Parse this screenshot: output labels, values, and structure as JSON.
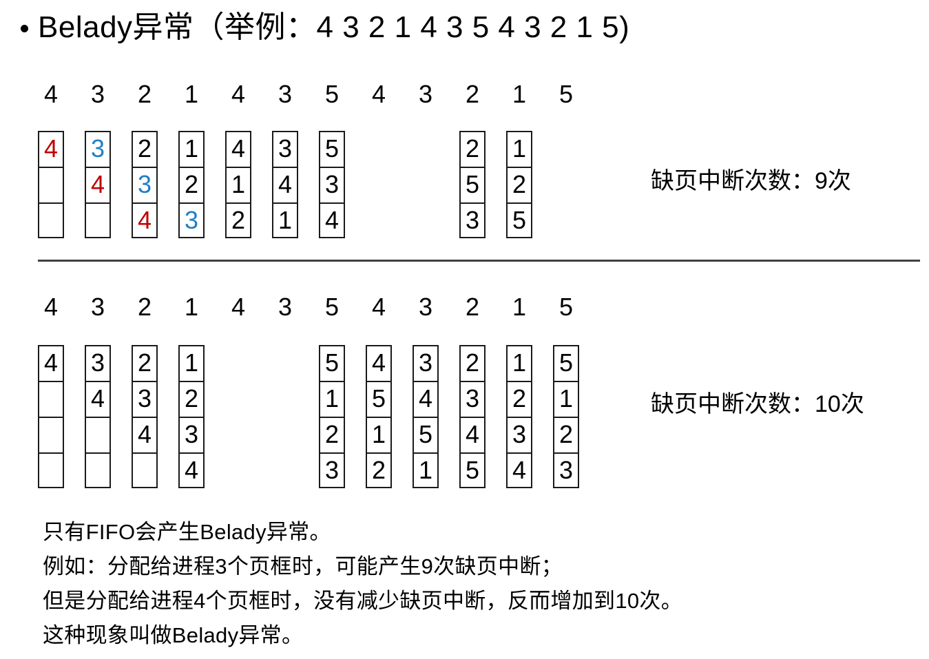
{
  "slide": {
    "bullet_icon": "bullet-dot-icon",
    "title": "Belady异常（举例：4 3 2 1 4 3 5 4 3 2 1 5)"
  },
  "divider": {
    "color": "#3f3f3f"
  },
  "colors": {
    "red": "#c00000",
    "blue": "#1f7fc4",
    "black": "#000000",
    "box_border": "#1a1a1a"
  },
  "table1": {
    "name": "fifo-3-frames",
    "frame_count": 3,
    "reference_string": [
      "4",
      "3",
      "2",
      "1",
      "4",
      "3",
      "5",
      "4",
      "3",
      "2",
      "1",
      "5"
    ],
    "columns": [
      {
        "ref": "4",
        "cells": [
          {
            "v": "4",
            "c": "red"
          },
          {
            "v": "",
            "c": "black"
          },
          {
            "v": "",
            "c": "black"
          }
        ]
      },
      {
        "ref": "3",
        "cells": [
          {
            "v": "3",
            "c": "blue"
          },
          {
            "v": "4",
            "c": "red"
          },
          {
            "v": "",
            "c": "black"
          }
        ]
      },
      {
        "ref": "2",
        "cells": [
          {
            "v": "2",
            "c": "black"
          },
          {
            "v": "3",
            "c": "blue"
          },
          {
            "v": "4",
            "c": "red"
          }
        ]
      },
      {
        "ref": "1",
        "cells": [
          {
            "v": "1",
            "c": "black"
          },
          {
            "v": "2",
            "c": "black"
          },
          {
            "v": "3",
            "c": "blue"
          }
        ]
      },
      {
        "ref": "4",
        "cells": [
          {
            "v": "4",
            "c": "black"
          },
          {
            "v": "1",
            "c": "black"
          },
          {
            "v": "2",
            "c": "black"
          }
        ]
      },
      {
        "ref": "3",
        "cells": [
          {
            "v": "3",
            "c": "black"
          },
          {
            "v": "4",
            "c": "black"
          },
          {
            "v": "1",
            "c": "black"
          }
        ]
      },
      {
        "ref": "5",
        "cells": [
          {
            "v": "5",
            "c": "black"
          },
          {
            "v": "3",
            "c": "black"
          },
          {
            "v": "4",
            "c": "black"
          }
        ]
      },
      {
        "ref": "4",
        "cells": []
      },
      {
        "ref": "3",
        "cells": []
      },
      {
        "ref": "2",
        "cells": [
          {
            "v": "2",
            "c": "black"
          },
          {
            "v": "5",
            "c": "black"
          },
          {
            "v": "3",
            "c": "black"
          }
        ]
      },
      {
        "ref": "1",
        "cells": [
          {
            "v": "1",
            "c": "black"
          },
          {
            "v": "2",
            "c": "black"
          },
          {
            "v": "5",
            "c": "black"
          }
        ]
      },
      {
        "ref": "5",
        "cells": []
      }
    ],
    "caption": "缺页中断次数：9次"
  },
  "table2": {
    "name": "fifo-4-frames",
    "frame_count": 4,
    "reference_string": [
      "4",
      "3",
      "2",
      "1",
      "4",
      "3",
      "5",
      "4",
      "3",
      "2",
      "1",
      "5"
    ],
    "columns": [
      {
        "ref": "4",
        "cells": [
          {
            "v": "4",
            "c": "black"
          },
          {
            "v": "",
            "c": "black"
          },
          {
            "v": "",
            "c": "black"
          },
          {
            "v": "",
            "c": "black"
          }
        ]
      },
      {
        "ref": "3",
        "cells": [
          {
            "v": "3",
            "c": "black"
          },
          {
            "v": "4",
            "c": "black"
          },
          {
            "v": "",
            "c": "black"
          },
          {
            "v": "",
            "c": "black"
          }
        ]
      },
      {
        "ref": "2",
        "cells": [
          {
            "v": "2",
            "c": "black"
          },
          {
            "v": "3",
            "c": "black"
          },
          {
            "v": "4",
            "c": "black"
          },
          {
            "v": "",
            "c": "black"
          }
        ]
      },
      {
        "ref": "1",
        "cells": [
          {
            "v": "1",
            "c": "black"
          },
          {
            "v": "2",
            "c": "black"
          },
          {
            "v": "3",
            "c": "black"
          },
          {
            "v": "4",
            "c": "black"
          }
        ]
      },
      {
        "ref": "4",
        "cells": []
      },
      {
        "ref": "3",
        "cells": []
      },
      {
        "ref": "5",
        "cells": [
          {
            "v": "5",
            "c": "black"
          },
          {
            "v": "1",
            "c": "black"
          },
          {
            "v": "2",
            "c": "black"
          },
          {
            "v": "3",
            "c": "black"
          }
        ]
      },
      {
        "ref": "4",
        "cells": [
          {
            "v": "4",
            "c": "black"
          },
          {
            "v": "5",
            "c": "black"
          },
          {
            "v": "1",
            "c": "black"
          },
          {
            "v": "2",
            "c": "black"
          }
        ]
      },
      {
        "ref": "3",
        "cells": [
          {
            "v": "3",
            "c": "black"
          },
          {
            "v": "4",
            "c": "black"
          },
          {
            "v": "5",
            "c": "black"
          },
          {
            "v": "1",
            "c": "black"
          }
        ]
      },
      {
        "ref": "2",
        "cells": [
          {
            "v": "2",
            "c": "black"
          },
          {
            "v": "3",
            "c": "black"
          },
          {
            "v": "4",
            "c": "black"
          },
          {
            "v": "5",
            "c": "black"
          }
        ]
      },
      {
        "ref": "1",
        "cells": [
          {
            "v": "1",
            "c": "black"
          },
          {
            "v": "2",
            "c": "black"
          },
          {
            "v": "3",
            "c": "black"
          },
          {
            "v": "4",
            "c": "black"
          }
        ]
      },
      {
        "ref": "5",
        "cells": [
          {
            "v": "5",
            "c": "black"
          },
          {
            "v": "1",
            "c": "black"
          },
          {
            "v": "2",
            "c": "black"
          },
          {
            "v": "3",
            "c": "black"
          }
        ]
      }
    ],
    "caption": "缺页中断次数：10次"
  },
  "notes": [
    "只有FIFO会产生Belady异常。",
    "例如：分配给进程3个页框时，可能产生9次缺页中断；",
    "但是分配给进程4个页框时，没有减少缺页中断，反而增加到10次。",
    "这种现象叫做Belady异常。"
  ]
}
